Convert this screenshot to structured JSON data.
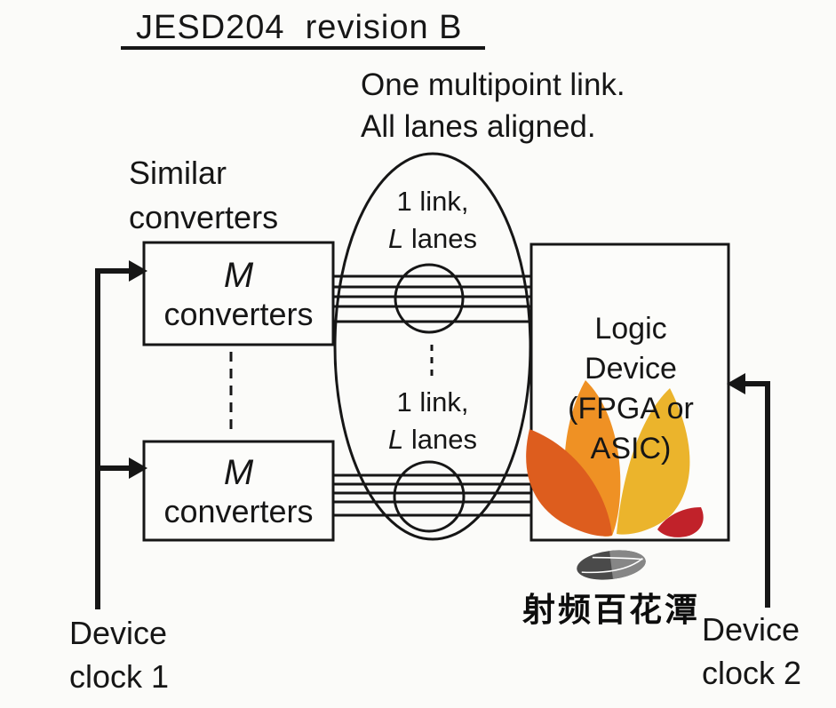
{
  "title": "JESD204  revision B",
  "note": {
    "line1": "One multipoint link.",
    "line2": "All lanes aligned."
  },
  "similar_label": {
    "line1": "Similar",
    "line2": "converters"
  },
  "converter_box_top": {
    "symbol": "M",
    "label": "converters"
  },
  "converter_box_bottom": {
    "symbol": "M",
    "label": "converters"
  },
  "link_label_top": {
    "line1": "1 link,",
    "symbol": "L",
    "suffix": "lanes"
  },
  "link_label_bottom": {
    "line1": "1 link,",
    "symbol": "L",
    "suffix": "lanes"
  },
  "logic_device": {
    "line1": "Logic",
    "line2": "Device",
    "line3": "(FPGA or",
    "line4": "ASIC)"
  },
  "device_clock_1": {
    "line1": "Device",
    "line2": "clock 1"
  },
  "device_clock_2": {
    "line1": "Device",
    "line2": "clock 2"
  },
  "watermark": {
    "text": "射频百花潭"
  },
  "colors": {
    "ink": "#161616",
    "petal_left": "#dd5d1e",
    "petal_middle": "#ef9124",
    "petal_right": "#ebb42c",
    "petal_comma": "#c1222a",
    "leaf_dark": "#4a4a4a",
    "leaf_light": "#8d8d8d"
  },
  "diagram": {
    "links": 2,
    "lane_lines_per_link": 5
  }
}
